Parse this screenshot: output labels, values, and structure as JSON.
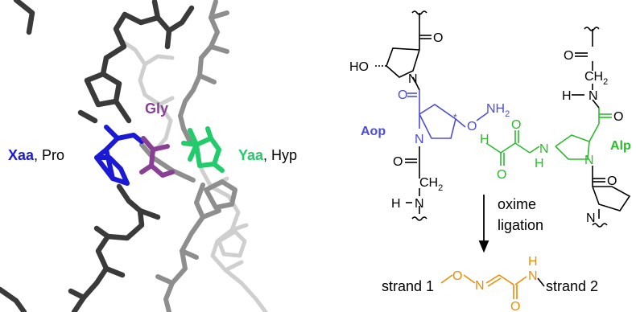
{
  "colors": {
    "black": "#000000",
    "xaa": "#1a1ad6",
    "gly": "#8a3f96",
    "yaa": "#22cc6a",
    "aop": "#4d4dd6",
    "alp": "#2bbb2b",
    "oxime": "#f08c00",
    "backbone_dark": "#3c3c3c",
    "backbone_mid": "#8a8a8a",
    "backbone_light": "#c8c8c8"
  },
  "left_panel": {
    "xaa_label_bold": "Xaa",
    "xaa_label_rest": ", Pro",
    "gly_label": "Gly",
    "yaa_label_bold": "Yaa",
    "yaa_label_rest": ", Hyp"
  },
  "right_panel": {
    "top_residue": {
      "ho": "HO",
      "n": "N",
      "o_top": "O",
      "o_carbonyl": "O"
    },
    "aop": {
      "label": "Aop",
      "n": "N",
      "o_ether": "O",
      "nh2": "NH",
      "nh2_sub": "2",
      "star": "*",
      "o_left": "O",
      "ch2": "CH",
      "ch2_sub": "2",
      "hn": "H",
      "hn_n": "N"
    },
    "linker": {
      "h": "H",
      "o_top": "O",
      "o_bottom": "O",
      "n": "N",
      "h_sub": "H"
    },
    "alp": {
      "label": "Alp",
      "n": "N",
      "o_carbonyl": "O",
      "o_right": "O",
      "pro_n": "N"
    },
    "right_strand": {
      "o_top": "O",
      "ch2": "CH",
      "ch2_sub": "2",
      "hn": "H",
      "hn_n": "N"
    },
    "reaction_arrow": {
      "line1": "oxime",
      "line2": "ligation"
    },
    "product": {
      "strand1": "strand 1",
      "o": "O",
      "n": "N",
      "h": "H",
      "n2": "N",
      "o_bottom": "O",
      "strand2": "strand 2"
    }
  }
}
